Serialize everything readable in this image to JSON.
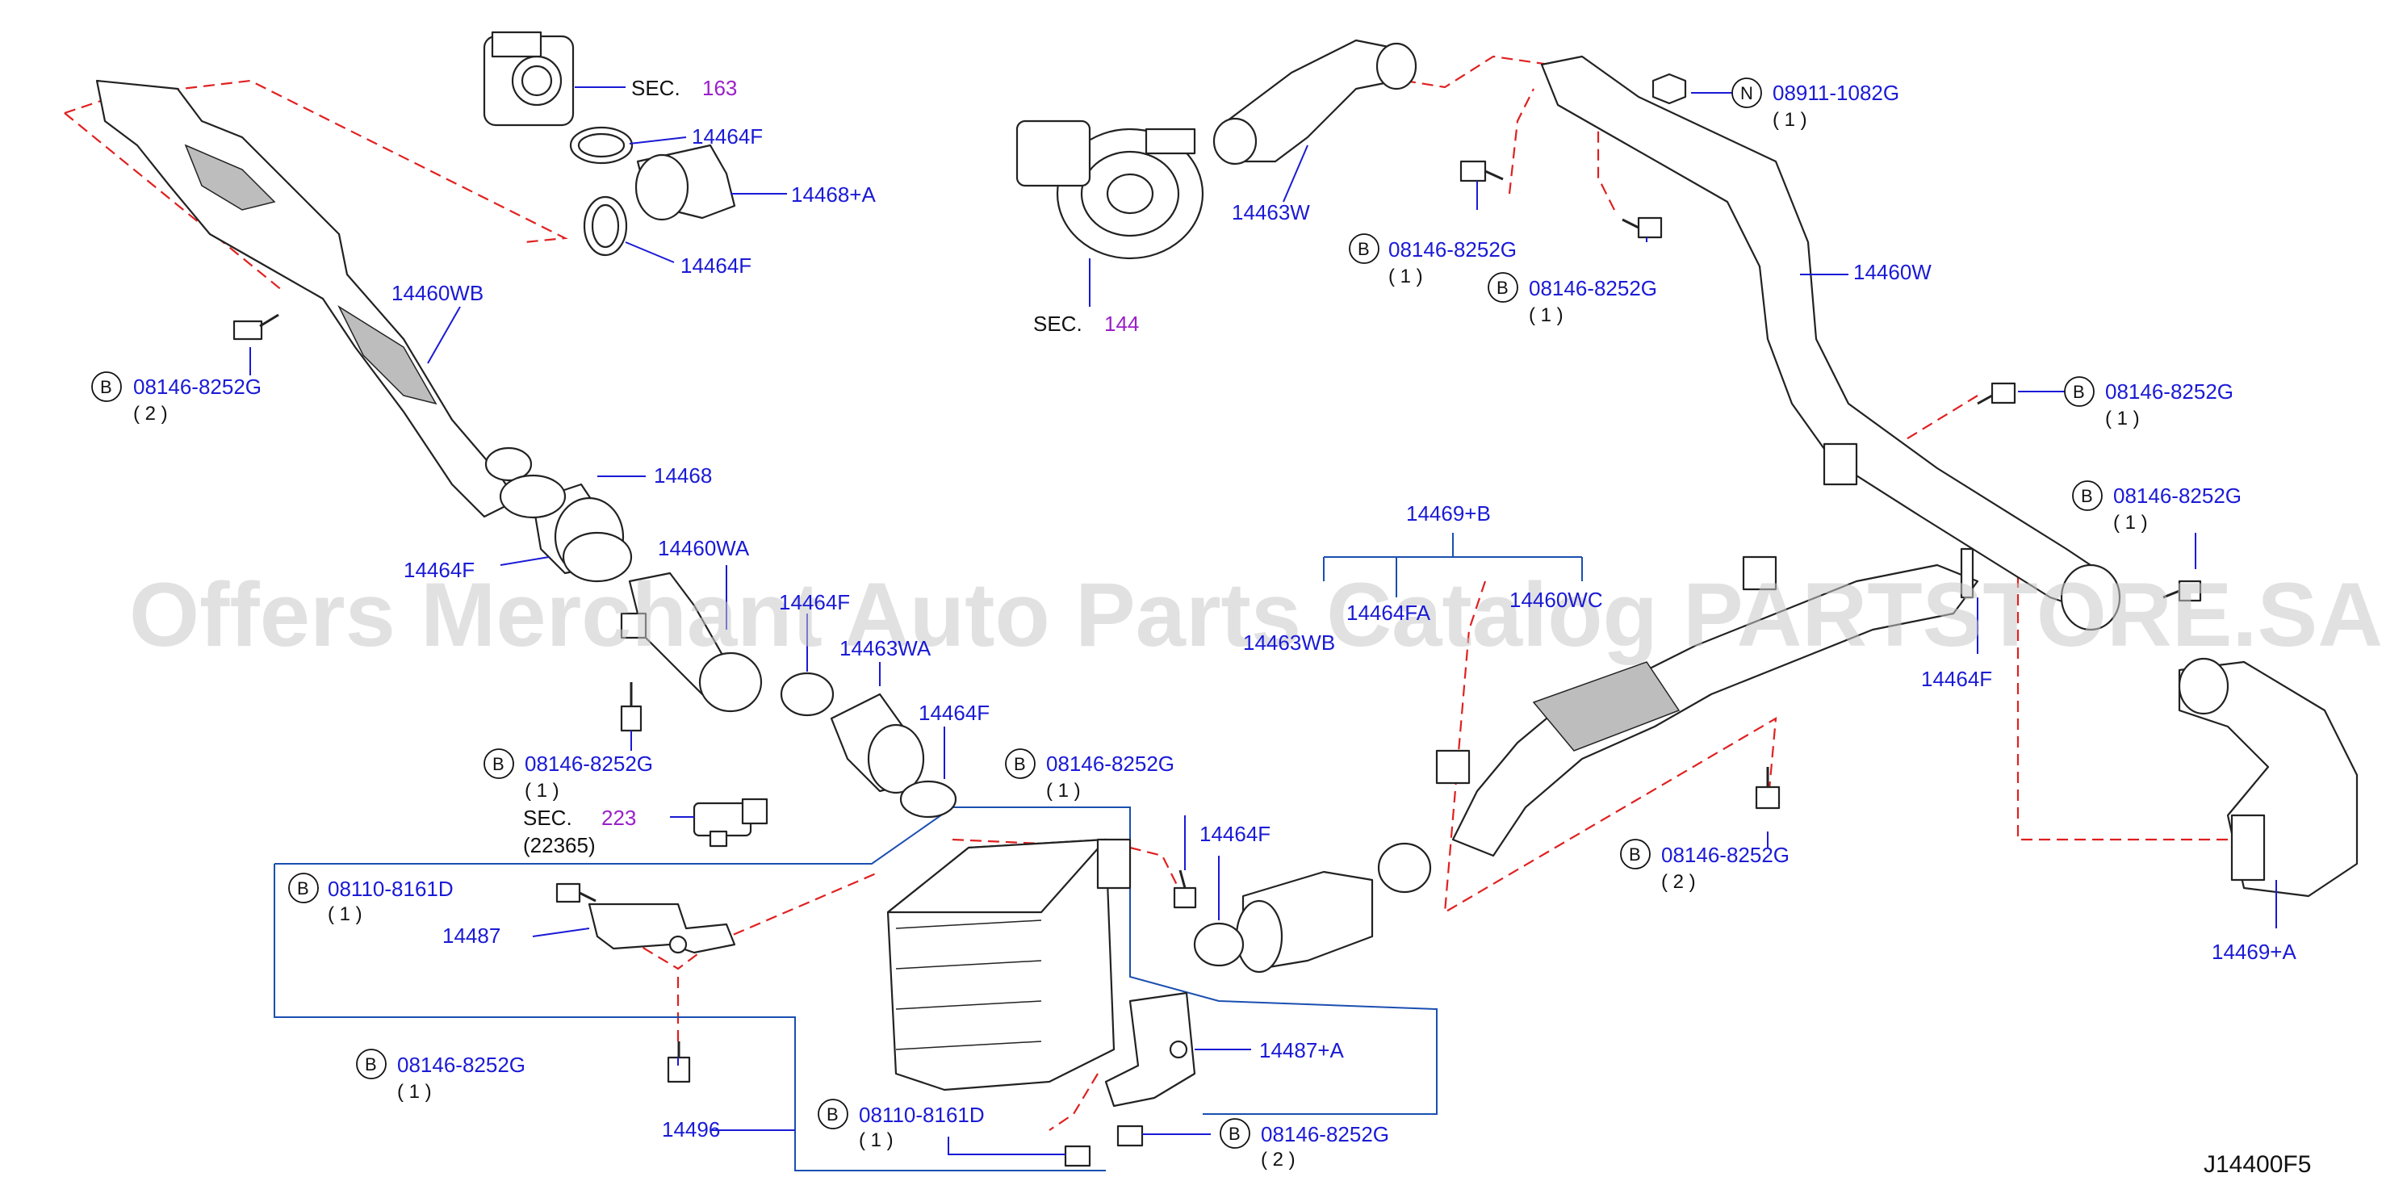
{
  "diagram": {
    "watermark": "Offers Merchant Auto Parts Catalog PARTSTORE.SA",
    "reference_code": "J14400F5",
    "labels": {
      "sec163_prefix": "SEC.",
      "sec163_num": "163",
      "p14464F_a": "14464F",
      "p14468A": "14468+A",
      "p14464F_b": "14464F",
      "p14460WB": "14460WB",
      "b1_code": "08146-8252G",
      "b1_qty": "( 2 )",
      "p14468": "14468",
      "p14464F_c": "14464F",
      "p14460WA": "14460WA",
      "p14464F_d": "14464F",
      "p14463WA": "14463WA",
      "p14464F_e": "14464F",
      "b2_code": "08146-8252G",
      "b2_qty": "( 1 )",
      "sec223_prefix": "SEC.",
      "sec223_num": "223",
      "sec223_sub": "(22365)",
      "b3_code": "08110-8161D",
      "b3_qty": "( 1 )",
      "p14487": "14487",
      "b4_code": "08146-8252G",
      "b4_qty": "( 1 )",
      "p14496": "14496",
      "b5_code": "08110-8161D",
      "b5_qty": "( 1 )",
      "b6_code": "08146-8252G",
      "b6_qty": "( 2 )",
      "p14487A": "14487+A",
      "b7_code": "08146-8252G",
      "b7_qty": "( 1 )",
      "p14464F_f": "14464F",
      "p14463W": "14463W",
      "sec144_prefix": "SEC.",
      "sec144_num": "144",
      "b8_code": "08146-8252G",
      "b8_qty": "( 1 )",
      "b9_code": "08146-8252G",
      "b9_qty": "( 1 )",
      "n1_code": "08911-1082G",
      "n1_qty": "( 1 )",
      "p14460W": "14460W",
      "b10_code": "08146-8252G",
      "b10_qty": "( 1 )",
      "b11_code": "08146-8252G",
      "b11_qty": "( 1 )",
      "p14469B": "14469+B",
      "p14464FA": "14464FA",
      "p14463WB": "14463WB",
      "p14460WC": "14460WC",
      "p14464F_g": "14464F",
      "b12_code": "08146-8252G",
      "b12_qty": "( 2 )",
      "p14469A": "14469+A",
      "circle_b": "B",
      "circle_n": "N"
    }
  }
}
